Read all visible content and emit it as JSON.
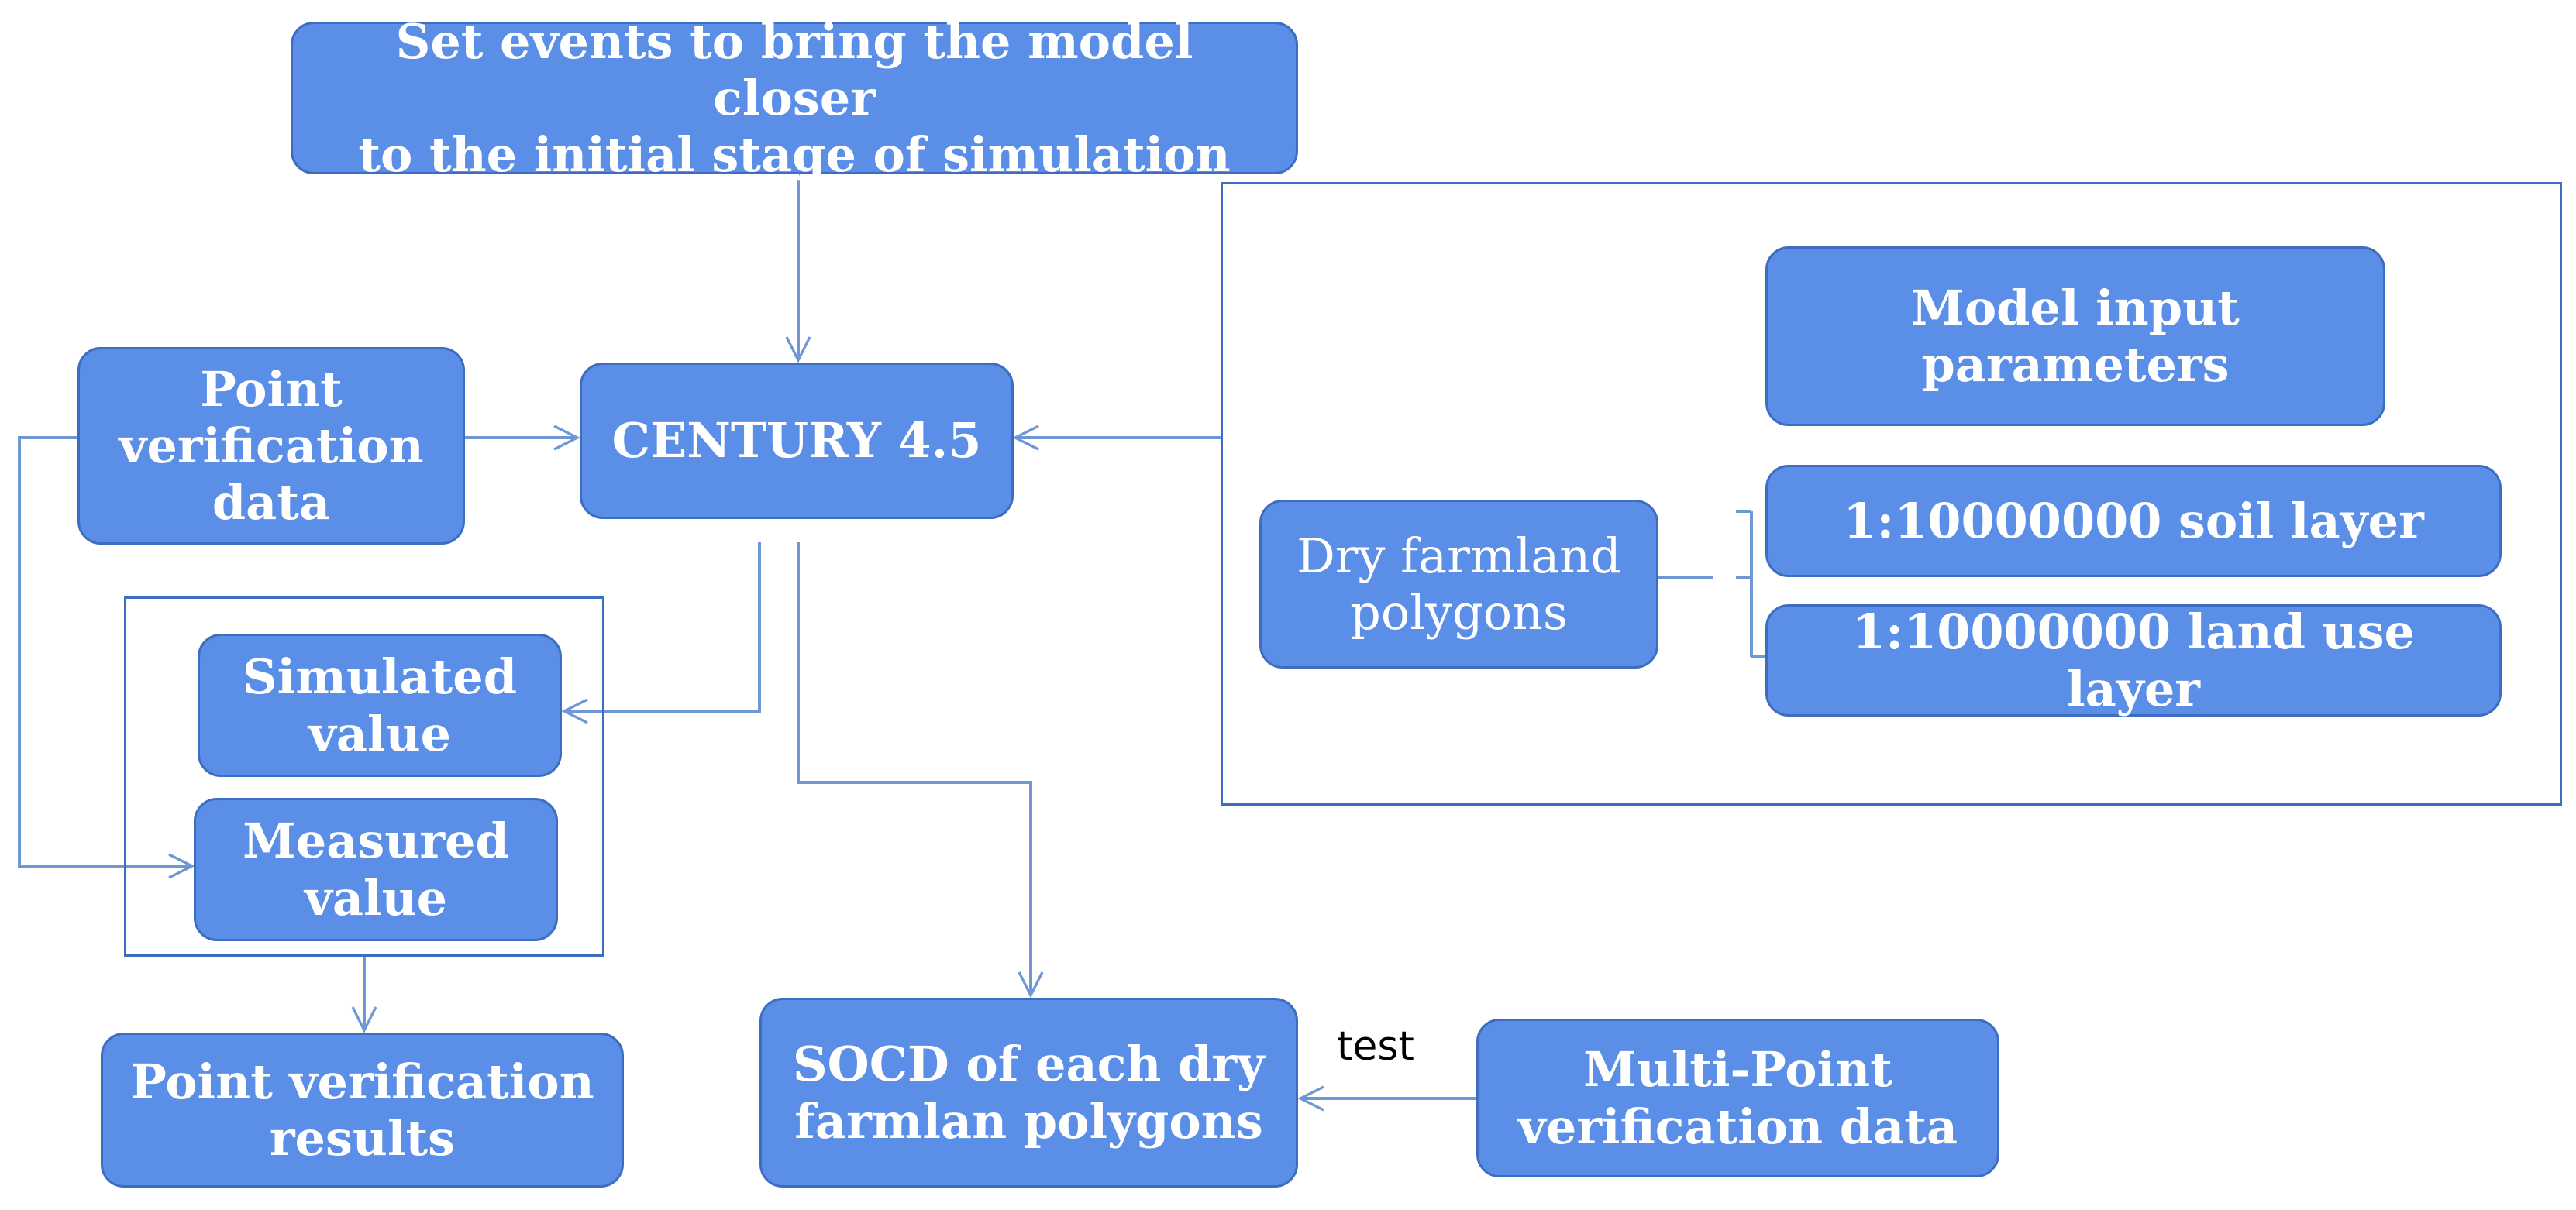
{
  "colors": {
    "node_fill": "#5b8ee6",
    "node_border": "#3d6cc0",
    "connector": "#6f97d6",
    "label_text": "#ffffff"
  },
  "nodes": {
    "set_events": "Set events to bring the model closer\nto the initial stage of simulation",
    "point_verification_data": "Point\nverification\ndata",
    "century": "CENTURY 4.5",
    "model_input_parameters": "Model input\nparameters",
    "dry_farmland_polygons": "Dry farmland\npolygons",
    "soil_layer": "1:10000000 soil layer",
    "land_use_layer": "1:10000000 land use layer",
    "simulated_value": "Simulated\nvalue",
    "measured_value": "Measured\nvalue",
    "point_verification_results": "Point verification\nresults",
    "socd": "SOCD of each dry\nfarmlan polygons",
    "multi_point_verification_data": "Multi-Point\nverification data"
  },
  "edge_labels": {
    "test": "test"
  }
}
